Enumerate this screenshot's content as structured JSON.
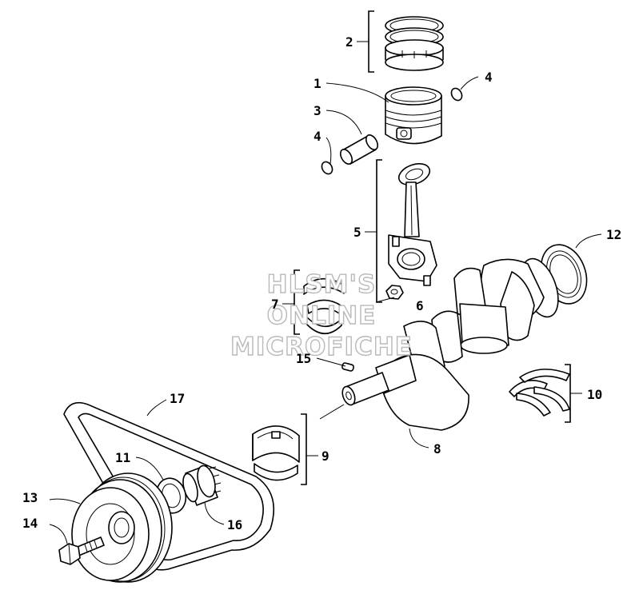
{
  "parts": [
    {
      "id": "piston",
      "callout": "1"
    },
    {
      "id": "piston-ring-set",
      "callout": "2"
    },
    {
      "id": "piston-pin",
      "callout": "3"
    },
    {
      "id": "circlip",
      "callout": "4"
    },
    {
      "id": "connecting-rod",
      "callout": "5"
    },
    {
      "id": "nut",
      "callout": "6"
    },
    {
      "id": "connecting-rod-bearing",
      "callout": "7"
    },
    {
      "id": "crankshaft",
      "callout": "8"
    },
    {
      "id": "main-bearing",
      "callout": "9"
    },
    {
      "id": "thrust-washer",
      "callout": "10"
    },
    {
      "id": "washer",
      "callout": "11"
    },
    {
      "id": "oil-seal",
      "callout": "12"
    },
    {
      "id": "pulley",
      "callout": "13"
    },
    {
      "id": "bolt",
      "callout": "14"
    },
    {
      "id": "key",
      "callout": "15"
    },
    {
      "id": "gear",
      "callout": "16"
    },
    {
      "id": "belt",
      "callout": "17"
    }
  ],
  "watermark": {
    "line1": "HLSM'S",
    "line2": "ONLINE",
    "line3": "MICROFICHE"
  }
}
